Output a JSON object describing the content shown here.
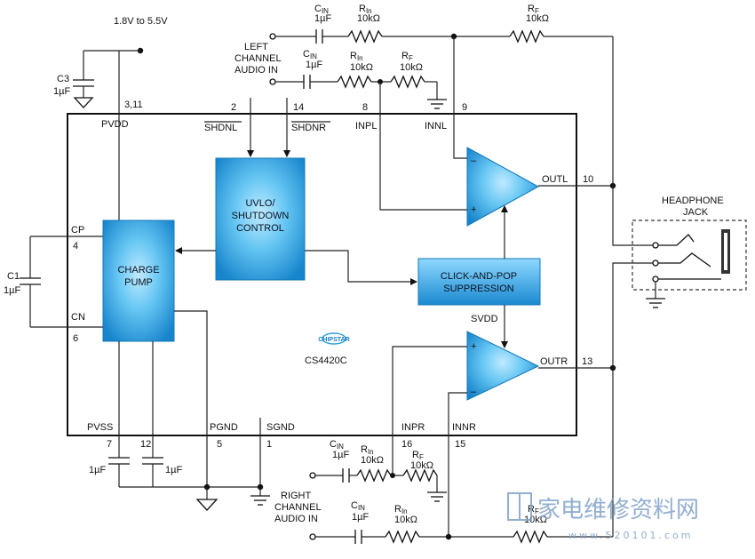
{
  "chip": {
    "name": "CS4420C",
    "logo": "CHIPSTAR"
  },
  "supply": {
    "range": "1.8V to 5.5V",
    "pvdd_pin": "3,11",
    "pvdd_label": "PVDD"
  },
  "caps": {
    "c3": "C3",
    "c3_val": "1µF",
    "c1": "C1",
    "c1_val": "1µF",
    "pvss_c1": "1µF",
    "pvss_c2": "1µF"
  },
  "pins": {
    "shdnl": "SHDNL",
    "shdnl_num": "2",
    "shdnr": "SHDNR",
    "shdnr_num": "14",
    "inpl": "INPL",
    "inpl_num": "8",
    "innl": "INNL",
    "innl_num": "9",
    "outl": "OUTL",
    "outl_num": "10",
    "outr": "OUTR",
    "outr_num": "13",
    "cp": "CP",
    "cp_num": "4",
    "cn": "CN",
    "cn_num": "6",
    "pvss": "PVSS",
    "pvss_num": "7",
    "pvss_num2": "12",
    "pgnd": "PGND",
    "pgnd_num": "5",
    "sgnd": "SGND",
    "sgnd_num": "1",
    "inpr": "INPR",
    "inpr_num": "16",
    "innr": "INNR",
    "innr_num": "15",
    "svdd": "SVDD"
  },
  "blocks": {
    "uvlo": [
      "UVLO/",
      "SHUTDOWN",
      "CONTROL"
    ],
    "charge_pump": [
      "CHARGE",
      "PUMP"
    ],
    "click_pop": [
      "CLICK-AND-POP",
      "SUPPRESSION"
    ]
  },
  "components": {
    "cin": "CIN",
    "cin_val": "1µF",
    "rin": "RIN",
    "rin_val": "10kΩ",
    "rf": "RF",
    "rf_val": "10kΩ"
  },
  "inputs": {
    "left": [
      "LEFT",
      "CHANNEL",
      "AUDIO IN"
    ],
    "right": [
      "RIGHT",
      "CHANNEL",
      "AUDIO IN"
    ]
  },
  "jack": [
    "HEADPHONE",
    "JACK"
  ],
  "watermark": {
    "cn": "家电维修资料网",
    "url": "www.520101.com"
  },
  "colors": {
    "block_center": "#8fdcff",
    "block_edge": "#1b86cc",
    "line": "#222222",
    "watermark": "#7fa0c8"
  }
}
